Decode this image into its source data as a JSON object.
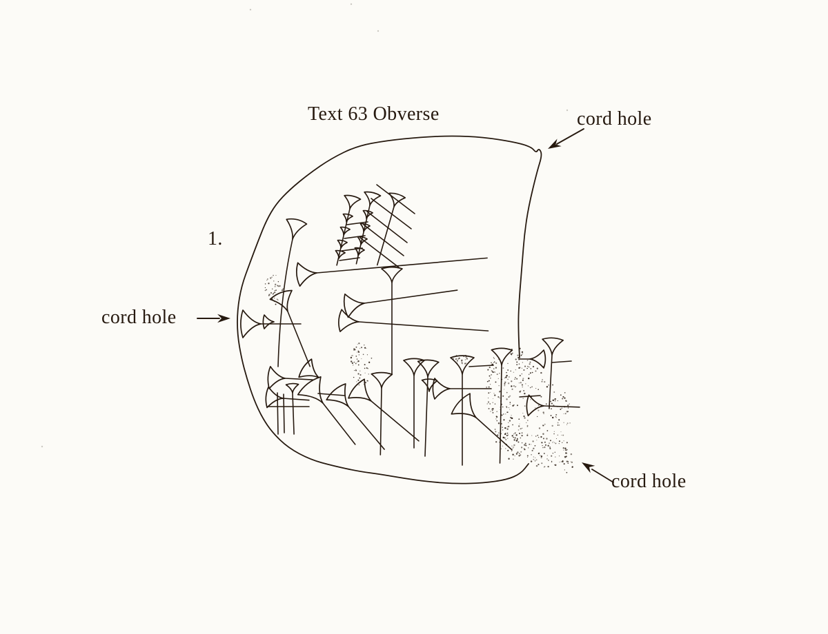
{
  "figure": {
    "title": "Text 63 Obverse",
    "line_number": "1.",
    "labels": [
      {
        "id": "top-right",
        "text": "cord hole"
      },
      {
        "id": "left",
        "text": "cord hole"
      },
      {
        "id": "bottom-right",
        "text": "cord hole"
      }
    ],
    "colors": {
      "ink": "#26190f",
      "paper": "#fcfbf7"
    }
  }
}
